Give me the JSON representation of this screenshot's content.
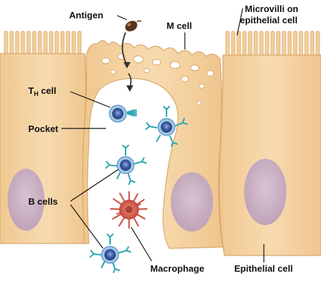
{
  "labels": {
    "antigen": "Antigen",
    "m_cell": "M cell",
    "microvilli_line1": "Microvilli on",
    "microvilli_line2": "epithelial cell",
    "th_cell_main": "T",
    "th_cell_sub": "H",
    "th_cell_suffix": " cell",
    "pocket": "Pocket",
    "b_cells": "B cells",
    "macrophage": "Macrophage",
    "epithelial_cell": "Epithelial cell"
  },
  "colors": {
    "cell_fill": "#f2cf9c",
    "cell_outline": "#d9a86a",
    "nucleus": "#c4acc6",
    "lymphocyte": "#3c5aa0",
    "lymphocyte_ring": "#9ec9e8",
    "receptor": "#2aa7b0",
    "macrophage": "#cf5a4a",
    "antigen": "#5a3320",
    "background": "#ffffff"
  }
}
